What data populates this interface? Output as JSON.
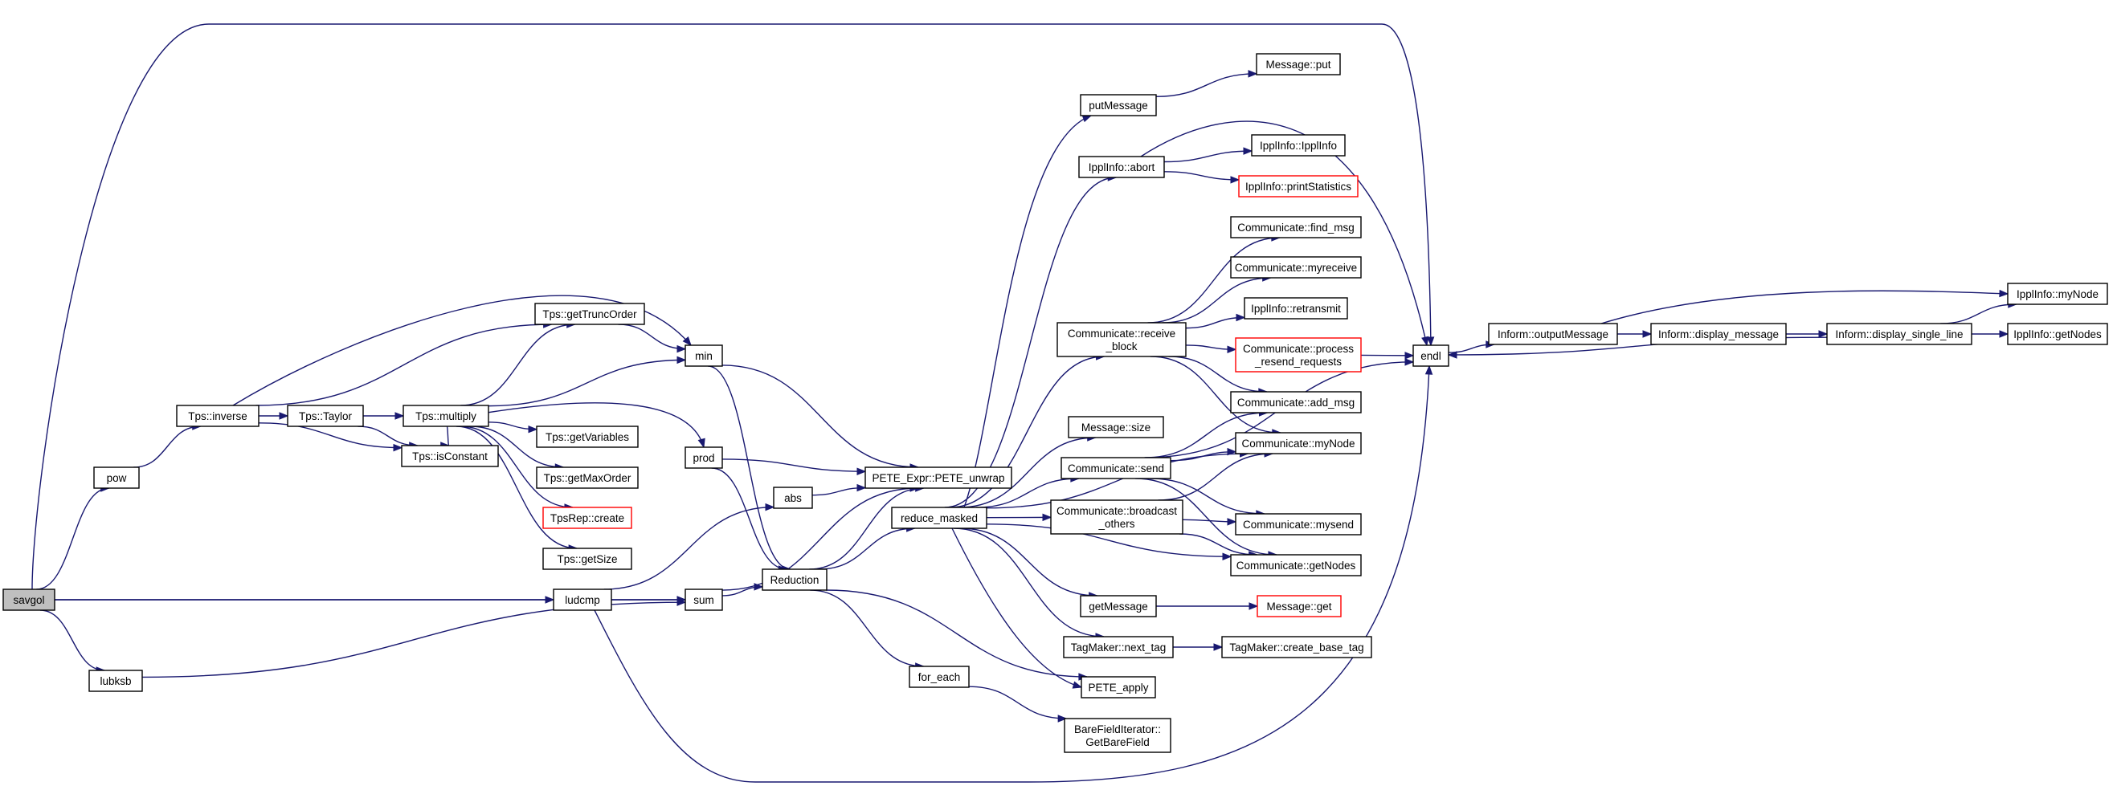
{
  "graph": {
    "colors": {
      "edge": "#191970",
      "node_border": "#000000",
      "truncated_border": "#ff0000",
      "root_fill": "#bfbfbf"
    },
    "nodes": [
      {
        "id": "savgol",
        "lines": [
          "savgol"
        ],
        "root": true
      },
      {
        "id": "pow",
        "lines": [
          "pow"
        ]
      },
      {
        "id": "lubksb",
        "lines": [
          "lubksb"
        ]
      },
      {
        "id": "tps_inverse",
        "lines": [
          "Tps::inverse"
        ]
      },
      {
        "id": "tps_taylor",
        "lines": [
          "Tps::Taylor"
        ]
      },
      {
        "id": "tps_multiply",
        "lines": [
          "Tps::multiply"
        ]
      },
      {
        "id": "tps_gettrunc",
        "lines": [
          "Tps::getTruncOrder"
        ]
      },
      {
        "id": "tps_isconstant",
        "lines": [
          "Tps::isConstant"
        ]
      },
      {
        "id": "tps_getvariables",
        "lines": [
          "Tps::getVariables"
        ]
      },
      {
        "id": "tps_getmaxorder",
        "lines": [
          "Tps::getMaxOrder"
        ]
      },
      {
        "id": "tpsrep_create",
        "lines": [
          "TpsRep::create"
        ],
        "truncated": true
      },
      {
        "id": "tps_getsize",
        "lines": [
          "Tps::getSize"
        ]
      },
      {
        "id": "min",
        "lines": [
          "min"
        ]
      },
      {
        "id": "prod",
        "lines": [
          "prod"
        ]
      },
      {
        "id": "abs",
        "lines": [
          "abs"
        ]
      },
      {
        "id": "ludcmp",
        "lines": [
          "ludcmp"
        ]
      },
      {
        "id": "sum",
        "lines": [
          "sum"
        ]
      },
      {
        "id": "reduction",
        "lines": [
          "Reduction"
        ]
      },
      {
        "id": "pete_unwrap",
        "lines": [
          "PETE_Expr::PETE_unwrap"
        ]
      },
      {
        "id": "reduce_masked",
        "lines": [
          "reduce_masked"
        ]
      },
      {
        "id": "for_each",
        "lines": [
          "for_each"
        ]
      },
      {
        "id": "barefield",
        "lines": [
          "BareFieldIterator::",
          "GetBareField"
        ]
      },
      {
        "id": "putmessage",
        "lines": [
          "putMessage"
        ]
      },
      {
        "id": "message_put",
        "lines": [
          "Message::put"
        ]
      },
      {
        "id": "ippl_abort",
        "lines": [
          "IpplInfo::abort"
        ]
      },
      {
        "id": "ippl_ipplinfo",
        "lines": [
          "IpplInfo::IpplInfo"
        ]
      },
      {
        "id": "ippl_printstats",
        "lines": [
          "IpplInfo::printStatistics"
        ],
        "truncated": true
      },
      {
        "id": "comm_findmsg",
        "lines": [
          "Communicate::find_msg"
        ]
      },
      {
        "id": "comm_myreceive",
        "lines": [
          "Communicate::myreceive"
        ]
      },
      {
        "id": "ippl_retransmit",
        "lines": [
          "IpplInfo::retransmit"
        ]
      },
      {
        "id": "comm_receive_block",
        "lines": [
          "Communicate::receive",
          "_block"
        ]
      },
      {
        "id": "comm_process_resend",
        "lines": [
          "Communicate::process",
          "_resend_requests"
        ],
        "truncated": true
      },
      {
        "id": "message_size",
        "lines": [
          "Message::size"
        ]
      },
      {
        "id": "comm_addmsg",
        "lines": [
          "Communicate::add_msg"
        ]
      },
      {
        "id": "comm_mynode",
        "lines": [
          "Communicate::myNode"
        ]
      },
      {
        "id": "comm_send",
        "lines": [
          "Communicate::send"
        ]
      },
      {
        "id": "comm_broadcast",
        "lines": [
          "Communicate::broadcast",
          "_others"
        ]
      },
      {
        "id": "comm_mysend",
        "lines": [
          "Communicate::mysend"
        ]
      },
      {
        "id": "comm_getnodes",
        "lines": [
          "Communicate::getNodes"
        ]
      },
      {
        "id": "getmessage",
        "lines": [
          "getMessage"
        ]
      },
      {
        "id": "message_get",
        "lines": [
          "Message::get"
        ],
        "truncated": true
      },
      {
        "id": "tagmaker_next",
        "lines": [
          "TagMaker::next_tag"
        ]
      },
      {
        "id": "tagmaker_create",
        "lines": [
          "TagMaker::create_base_tag"
        ]
      },
      {
        "id": "pete_apply",
        "lines": [
          "PETE_apply"
        ]
      },
      {
        "id": "endl",
        "lines": [
          "endl"
        ]
      },
      {
        "id": "inform_output",
        "lines": [
          "Inform::outputMessage"
        ]
      },
      {
        "id": "inform_display",
        "lines": [
          "Inform::display_message"
        ]
      },
      {
        "id": "inform_single",
        "lines": [
          "Inform::display_single_line"
        ]
      },
      {
        "id": "ippl_mynode",
        "lines": [
          "IpplInfo::myNode"
        ]
      },
      {
        "id": "ippl_getnodes",
        "lines": [
          "IpplInfo::getNodes"
        ]
      }
    ],
    "edges": [
      [
        "savgol",
        "endl"
      ],
      [
        "savgol",
        "pow"
      ],
      [
        "savgol",
        "ludcmp"
      ],
      [
        "savgol",
        "sum"
      ],
      [
        "savgol",
        "lubksb"
      ],
      [
        "pow",
        "tps_inverse"
      ],
      [
        "lubksb",
        "sum"
      ],
      [
        "tps_inverse",
        "min"
      ],
      [
        "tps_inverse",
        "tps_gettrunc"
      ],
      [
        "tps_inverse",
        "tps_taylor"
      ],
      [
        "tps_inverse",
        "tps_isconstant"
      ],
      [
        "tps_taylor",
        "tps_multiply"
      ],
      [
        "tps_taylor",
        "tps_isconstant"
      ],
      [
        "tps_multiply",
        "tps_gettrunc"
      ],
      [
        "tps_multiply",
        "min"
      ],
      [
        "tps_multiply",
        "tps_isconstant"
      ],
      [
        "tps_multiply",
        "prod"
      ],
      [
        "tps_multiply",
        "tps_getvariables"
      ],
      [
        "tps_multiply",
        "tps_getmaxorder"
      ],
      [
        "tps_multiply",
        "tpsrep_create"
      ],
      [
        "tps_multiply",
        "tps_getsize"
      ],
      [
        "tps_gettrunc",
        "min"
      ],
      [
        "min",
        "pete_unwrap"
      ],
      [
        "min",
        "reduction"
      ],
      [
        "prod",
        "pete_unwrap"
      ],
      [
        "prod",
        "reduction"
      ],
      [
        "abs",
        "pete_unwrap"
      ],
      [
        "ludcmp",
        "abs"
      ],
      [
        "ludcmp",
        "sum"
      ],
      [
        "ludcmp",
        "endl"
      ],
      [
        "sum",
        "pete_unwrap"
      ],
      [
        "sum",
        "reduction"
      ],
      [
        "reduction",
        "pete_unwrap"
      ],
      [
        "reduction",
        "reduce_masked"
      ],
      [
        "reduction",
        "for_each"
      ],
      [
        "reduction",
        "pete_apply"
      ],
      [
        "for_each",
        "barefield"
      ],
      [
        "reduce_masked",
        "putmessage"
      ],
      [
        "reduce_masked",
        "ippl_abort"
      ],
      [
        "reduce_masked",
        "comm_receive_block"
      ],
      [
        "reduce_masked",
        "message_size"
      ],
      [
        "reduce_masked",
        "comm_mynode"
      ],
      [
        "reduce_masked",
        "comm_send"
      ],
      [
        "reduce_masked",
        "comm_broadcast"
      ],
      [
        "reduce_masked",
        "comm_getnodes"
      ],
      [
        "reduce_masked",
        "getmessage"
      ],
      [
        "reduce_masked",
        "tagmaker_next"
      ],
      [
        "reduce_masked",
        "pete_apply"
      ],
      [
        "putmessage",
        "message_put"
      ],
      [
        "ippl_abort",
        "endl"
      ],
      [
        "ippl_abort",
        "ippl_ipplinfo"
      ],
      [
        "ippl_abort",
        "ippl_printstats"
      ],
      [
        "comm_receive_block",
        "comm_findmsg"
      ],
      [
        "comm_receive_block",
        "comm_myreceive"
      ],
      [
        "comm_receive_block",
        "ippl_retransmit"
      ],
      [
        "comm_receive_block",
        "comm_process_resend"
      ],
      [
        "comm_receive_block",
        "comm_addmsg"
      ],
      [
        "comm_receive_block",
        "comm_mynode"
      ],
      [
        "comm_process_resend",
        "endl"
      ],
      [
        "comm_send",
        "comm_addmsg"
      ],
      [
        "comm_send",
        "comm_mynode"
      ],
      [
        "comm_send",
        "comm_mysend"
      ],
      [
        "comm_send",
        "comm_getnodes"
      ],
      [
        "comm_send",
        "endl"
      ],
      [
        "comm_broadcast",
        "comm_mynode"
      ],
      [
        "comm_broadcast",
        "comm_mysend"
      ],
      [
        "comm_broadcast",
        "comm_getnodes"
      ],
      [
        "getmessage",
        "message_get"
      ],
      [
        "tagmaker_next",
        "tagmaker_create"
      ],
      [
        "endl",
        "inform_output"
      ],
      [
        "inform_output",
        "inform_display"
      ],
      [
        "inform_output",
        "ippl_mynode"
      ],
      [
        "inform_display",
        "inform_single"
      ],
      [
        "inform_single",
        "endl"
      ],
      [
        "inform_single",
        "ippl_mynode"
      ],
      [
        "inform_single",
        "ippl_getnodes"
      ]
    ]
  }
}
